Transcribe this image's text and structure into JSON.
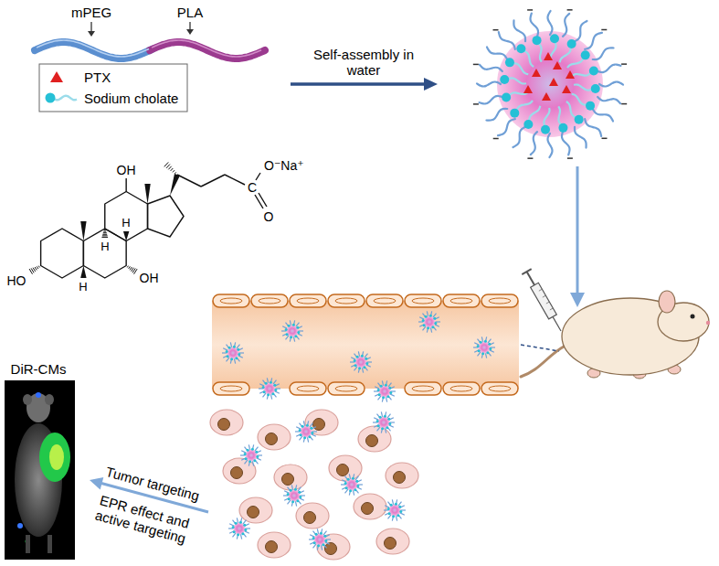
{
  "diagram": {
    "labels": [
      "mPEG",
      "PLA",
      "Self-assembly in water",
      "OH",
      "O⁻Na⁺",
      "C",
      "O",
      "H",
      "H",
      "HO",
      "H",
      "OH",
      "DiR-CMs",
      "Tumor targeting",
      "EPR effect and active targeting"
    ],
    "legend": [
      {
        "text": "PTX"
      },
      {
        "text": "Sodium cholate"
      }
    ]
  }
}
